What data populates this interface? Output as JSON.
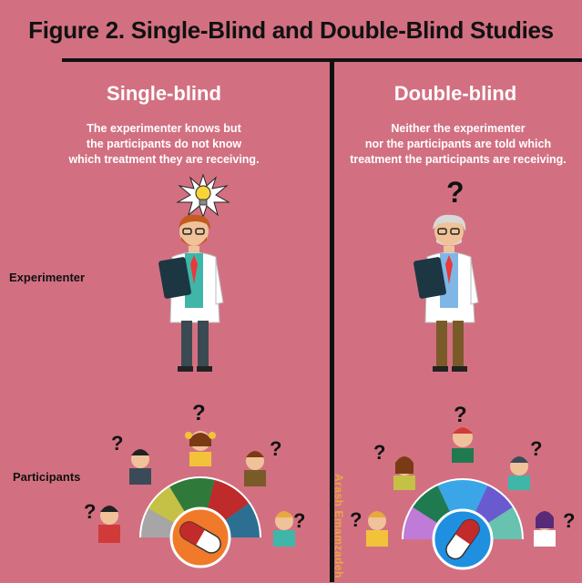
{
  "title": "Figure 2. Single-Blind and Double-Blind Studies",
  "left": {
    "heading": "Single-blind",
    "description": [
      "The experimenter knows but",
      "the participants do not know",
      "which treatment they are receiving."
    ],
    "icon": "lightbulb-icon"
  },
  "right": {
    "heading": "Double-blind",
    "description": [
      "Neither the experimenter",
      "nor the participants are told which",
      "treatment the participants are receiving."
    ],
    "question_mark": "?"
  },
  "row_labels": {
    "experimenter": "Experimenter",
    "participants": "Participants"
  },
  "question_mark": "?",
  "watermark": "Arash Emamzadeh",
  "colors": {
    "background": "#d27081",
    "text": "#ffffff",
    "lines": "#111111"
  }
}
